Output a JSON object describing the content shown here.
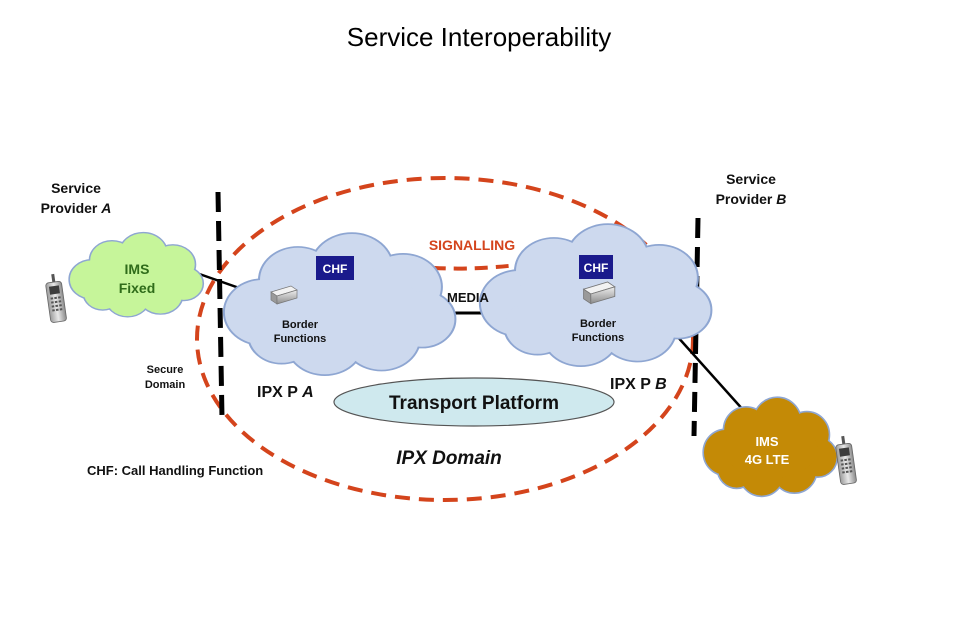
{
  "title": "Service Interoperability",
  "diagram": {
    "provider_a": {
      "line1": "Service",
      "line2_prefix": "Provider ",
      "line2_letter": "A"
    },
    "provider_b": {
      "line1": "Service",
      "line2_prefix": "Provider ",
      "line2_letter": "B"
    },
    "ims_fixed": {
      "line1": "IMS",
      "line2": "Fixed"
    },
    "ims_lte": {
      "line1": "IMS",
      "line2": "4G LTE"
    },
    "cloud_a": {
      "chf": "CHF",
      "line1": "Border",
      "line2": "Functions"
    },
    "cloud_b": {
      "chf": "CHF",
      "line1": "Border",
      "line2": "Functions"
    },
    "signalling": "SIGNALLING",
    "media": "MEDIA",
    "ipx_a": {
      "prefix": "IPX P ",
      "letter": "A"
    },
    "ipx_b": {
      "prefix": "IPX P ",
      "letter": "B"
    },
    "transport": "Transport Platform",
    "ipx_domain": "IPX Domain",
    "secure_domain": {
      "line1": "Secure",
      "line2": "Domain"
    },
    "chf_legend": "CHF: Call Handling Function",
    "colors": {
      "dash_red": "#d4441c",
      "cloud_fill": "#cdd9ee",
      "cloud_stroke": "#8ea6d2",
      "ims_fixed_fill": "#c6f59a",
      "ims_lte_fill": "#c48a06",
      "chf_fill": "#1a1a8c",
      "transport_fill": "#cfe9ee"
    }
  }
}
